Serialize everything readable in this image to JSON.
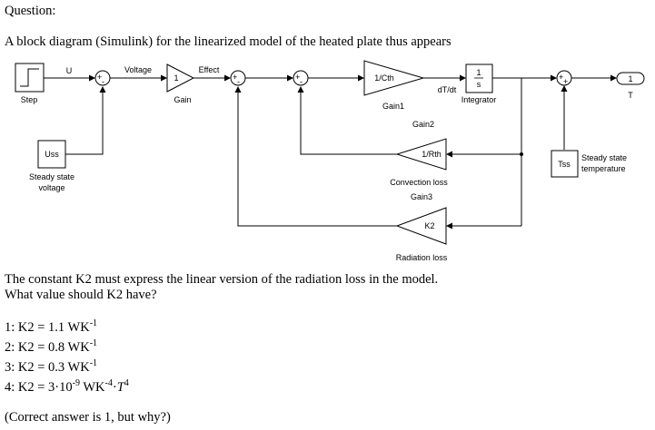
{
  "question": {
    "heading": "Question:",
    "intro": "A block diagram (Simulink) for the linearized model of the heated plate thus appears",
    "prompt_line1": "The constant K2 must express the linear version of the radiation loss in the model.",
    "prompt_line2": "What value should K2 have?",
    "options": [
      {
        "prefix": "1: K2 = 1.1 WK",
        "sup": "-1"
      },
      {
        "prefix": "2: K2 = 0.8 WK",
        "sup": "-1"
      },
      {
        "prefix": "3: K2 = 0.3 WK",
        "sup": "-1"
      },
      {
        "prefix": "4: K2 = 3·10",
        "sup1": "-9",
        "mid": " WK",
        "sup2": "-4",
        "tail": "·",
        "var": "T",
        "sup3": "4"
      }
    ],
    "footer": "(Correct answer is 1, but why?)"
  },
  "diagram": {
    "step_label": "Step",
    "signal_u": "U",
    "signal_voltage": "Voltage",
    "gain_value": "1",
    "gain_label": "Gain",
    "signal_effect": "Effect",
    "gain1_value": "1/Cth",
    "gain1_label": "Gain1",
    "signal_dtdt": "dT/dt",
    "integrator_num": "1",
    "integrator_den": "s",
    "integrator_label": "Integrator",
    "outport_value": "1",
    "outport_label": "T",
    "uss_value": "Uss",
    "uss_label_line1": "Steady state",
    "uss_label_line2": "voltage",
    "gain2_title": "Gain2",
    "gain2_value": "1/Rth",
    "gain2_caption": "Convection loss",
    "gain3_title": "Gain3",
    "gain3_value": "K2",
    "gain3_caption": "Radiation loss",
    "tss_value": "Tss",
    "tss_label_line1": "Steady state",
    "tss_label_line2": "temperature",
    "sum_plus": "+",
    "sum_minus": "-"
  }
}
